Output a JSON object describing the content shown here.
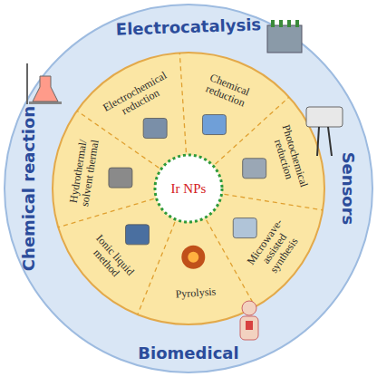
{
  "diagram": {
    "nodes": [
      {
        "text": [
          "Electrocatalysis",
          "Sensors",
          "Biomedical",
          "Chemical reaction"
        ]
      },
      {
        "text": [
          "Chemical reduction"
        ],
        "in": 0
      },
      {
        "text": [
          "Photochemical reduction"
        ],
        "in": 0
      },
      {
        "text": [
          "Microwave-assisted synthesis"
        ],
        "in": 0
      },
      {
        "text": [
          "Pyrolysis"
        ],
        "in": 0
      },
      {
        "text": [
          "Ionic liquid method"
        ],
        "in": 0
      },
      {
        "text": [
          "Hydrothermal/ solvent thermal"
        ],
        "in": 0
      },
      {
        "text": [
          "Electrochemical reduction"
        ],
        "in": 0
      },
      {
        "text": [
          "Ir NPs"
        ],
        "in": 0
      }
    ]
  }
}
